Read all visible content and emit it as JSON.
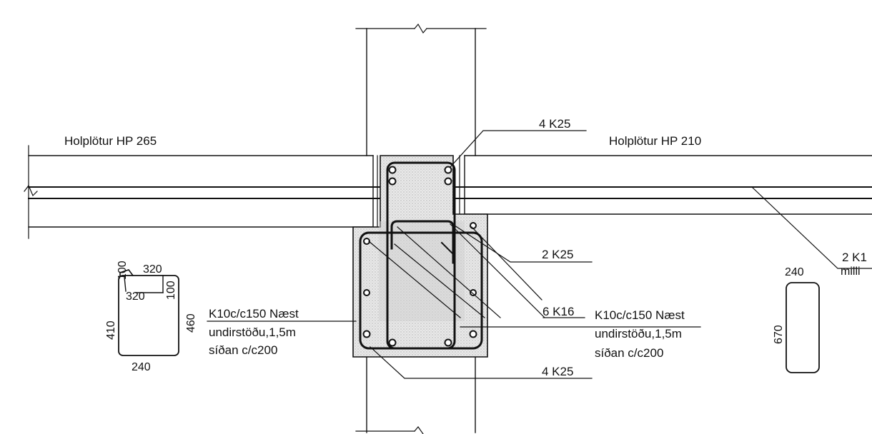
{
  "labels": {
    "slab_left": "Holplötur HP 265",
    "slab_right": "Holplötur HP 210",
    "top_bars": "4 K25",
    "mid_bars": "2 K25",
    "diag_bars": "6 K16",
    "bottom_bars": "4 K25",
    "stirrup_left_1": "K10c/c150 Næst",
    "stirrup_left_2": "undirstöðu,1,5m",
    "stirrup_left_3": "síðan c/c200",
    "stirrup_right_1": "K10c/c150 Næst",
    "stirrup_right_2": "undirstöðu,1,5m",
    "stirrup_right_3": "síðan c/c200",
    "right_cut_1": "2 K1",
    "right_cut_2": "milli"
  },
  "left_stirrup_dims": {
    "d100_top": "100",
    "d320_top": "320",
    "d320_inner": "320",
    "d100_side": "100",
    "d410": "410",
    "d460": "460",
    "d240": "240"
  },
  "right_stirrup_dims": {
    "d240": "240",
    "d670": "670"
  },
  "colors": {
    "line": "#111111",
    "concrete_fill": "#d6d6d6"
  }
}
